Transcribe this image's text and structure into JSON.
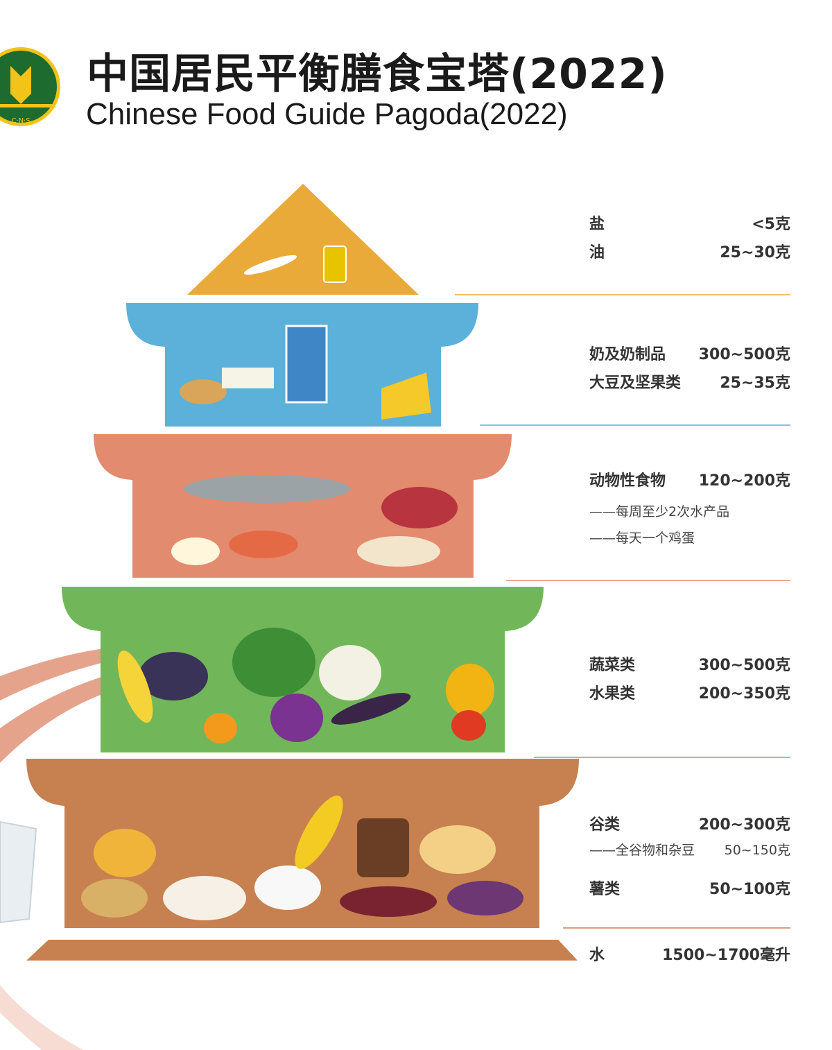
{
  "header": {
    "title_cn": "中国居民平衡膳食宝塔(2022)",
    "title_en": "Chinese Food Guide Pagoda(2022)",
    "logo_text": "中国营养学会 C·N·S"
  },
  "colors": {
    "top": "#E9AA3A",
    "dairy": "#5BB1D9",
    "animal": "#E38B6E",
    "veg": "#72B65A",
    "grain": "#C7804F",
    "water": "#C7804F"
  },
  "levels": {
    "top": {
      "rows": [
        {
          "label": "盐",
          "value": "<5克"
        },
        {
          "label": "油",
          "value": "25~30克"
        }
      ]
    },
    "dairy": {
      "rows": [
        {
          "label": "奶及奶制品",
          "value": "300~500克"
        },
        {
          "label": "大豆及坚果类",
          "value": "25~35克"
        }
      ]
    },
    "animal": {
      "rows": [
        {
          "label": "动物性食物",
          "value": "120~200克"
        }
      ],
      "notes": [
        "——每周至少2次水产品",
        "——每天一个鸡蛋"
      ]
    },
    "veg": {
      "rows": [
        {
          "label": "蔬菜类",
          "value": "300~500克"
        },
        {
          "label": "水果类",
          "value": "200~350克"
        }
      ]
    },
    "grain": {
      "rows": [
        {
          "label": "谷类",
          "value": "200~300克"
        },
        {
          "label": "薯类",
          "value": "50~100克"
        }
      ],
      "sub": {
        "label": "——全谷物和杂豆",
        "value": "50~150克"
      }
    },
    "water": {
      "label": "水",
      "value": "1500~1700毫升"
    }
  }
}
